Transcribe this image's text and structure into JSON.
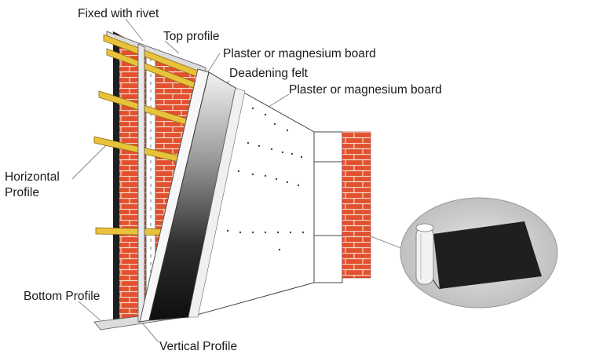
{
  "labels": {
    "fixed_with_rivet": "Fixed with rivet",
    "top_profile": "Top profile",
    "plaster_board_1": "Plaster or magnesium board",
    "deadening_felt": "Deadening felt",
    "plaster_board_2": "Plaster or magnesium board",
    "horizontal_profile_line1": "Horizontal",
    "horizontal_profile_line2": "Profile",
    "bottom_profile": "Bottom Profile",
    "vertical_profile": "Vertical Profile"
  },
  "colors": {
    "brick": "#e2502e",
    "mortar": "#f4d9c8",
    "profile_yellow": "#e9c23c",
    "felt_dark": "#1b1b1b",
    "board_face": "#ffffff",
    "roll_bg": "#cfcfcf"
  }
}
